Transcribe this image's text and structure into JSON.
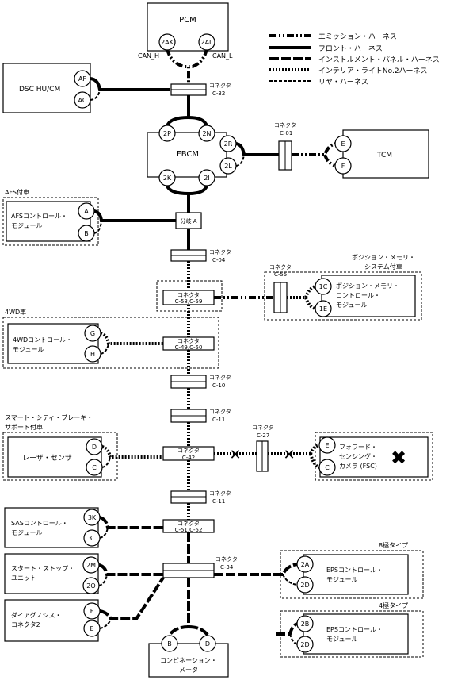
{
  "legend": [
    {
      "label": ": エミッション・ハーネス",
      "style": "em"
    },
    {
      "label": ": フロント・ハーネス",
      "style": "fr"
    },
    {
      "label": ": インストルメント・パネル・ハーネス",
      "style": "ip"
    },
    {
      "label": ": インテリア・ライトNo.2ハーネス",
      "style": "il"
    },
    {
      "label": ": リヤ・ハーネス",
      "style": "rr"
    }
  ],
  "modules": {
    "pcm": "PCM",
    "dsc": "DSC HU/CM",
    "fbcm": "FBCM",
    "tcm": "TCM",
    "afs_line1": "AFSコントロール・",
    "afs_line2": "モジュール",
    "pos_line1": "ポジション・メモリ・",
    "pos_line2": "コントロール・",
    "pos_line3": "モジュール",
    "awd_line1": "4WDコントロール・",
    "awd_line2": "モジュール",
    "laser": "レーザ・センサ",
    "fsc_line1": "フォワード・",
    "fsc_line2": "センシング・",
    "fsc_line3": "カメラ (FSC)",
    "sas_line1": "SASコントロール・",
    "sas_line2": "モジュール",
    "ss_line1": "スタート・ストップ・",
    "ss_line2": "ユニット",
    "diag_line1": "ダイアグノシス・",
    "diag_line2": "コネクタ2",
    "eps8_line1": "EPSコントロール・",
    "eps8_line2": "モジュール",
    "eps4_line1": "EPSコントロール・",
    "eps4_line2": "モジュール",
    "combi_line1": "コンビネーション・",
    "combi_line2": "メータ"
  },
  "pins": {
    "pcm_h": "2AK",
    "pcm_l": "2AL",
    "dsc_1": "AF",
    "dsc_2": "AC",
    "fbcm_1": "2P",
    "fbcm_2": "2N",
    "fbcm_3": "2R",
    "fbcm_4": "2L",
    "fbcm_5": "2K",
    "fbcm_6": "2I",
    "tcm_1": "E",
    "tcm_2": "F",
    "afs_1": "A",
    "afs_2": "B",
    "pos_1": "1C",
    "pos_2": "1E",
    "awd_1": "G",
    "awd_2": "H",
    "laser_1": "D",
    "laser_2": "C",
    "fsc_1": "E",
    "fsc_2": "C",
    "sas_1": "3K",
    "sas_2": "3L",
    "ss_1": "2M",
    "ss_2": "2O",
    "diag_1": "F",
    "diag_2": "E",
    "eps8_1": "2A",
    "eps8_2": "2D",
    "eps4_1": "2B",
    "eps4_2": "2D",
    "combi_1": "B",
    "combi_2": "D"
  },
  "labels": {
    "can_h": "CAN_H",
    "can_l": "CAN_L",
    "bunki": "分岐 A",
    "afs_opt": "AFS付車",
    "pos_opt_1": "ポジション・メモリ・",
    "pos_opt_2": "システム付車",
    "awd_opt": "4WD車",
    "scbs_opt_1": "スマート・シティ・ブレーキ・",
    "scbs_opt_2": "サポート付車",
    "eps8_opt": "8極タイプ",
    "eps4_opt": "4極タイプ",
    "fsc_mark": "✖",
    "fsc_x1": "✕",
    "fsc_x2": "✕"
  },
  "connectors": {
    "c32_a": "コネクタ",
    "c32_b": "C-32",
    "c01_a": "コネクタ",
    "c01_b": "C-01",
    "c04_a": "コネクタ",
    "c04_b": "C-04",
    "c55_a": "コネクタ",
    "c55_b": "C-55",
    "c58_a": "コネクタ",
    "c58_b": "C-58,C-59",
    "c49_a": "コネクタ",
    "c49_b": "C-49,C-50",
    "c10_a": "コネクタ",
    "c10_b": "C-10",
    "c11a_a": "コネクタ",
    "c11a_b": "C-11",
    "c42_a": "コネクタ",
    "c42_b": "C-42",
    "c27_a": "コネクタ",
    "c27_b": "C-27",
    "c11b_a": "コネクタ",
    "c11b_b": "C-11",
    "c51_a": "コネクタ",
    "c51_b": "C-51,C-52",
    "c34_a": "コネクタ",
    "c34_b": "C-34"
  }
}
